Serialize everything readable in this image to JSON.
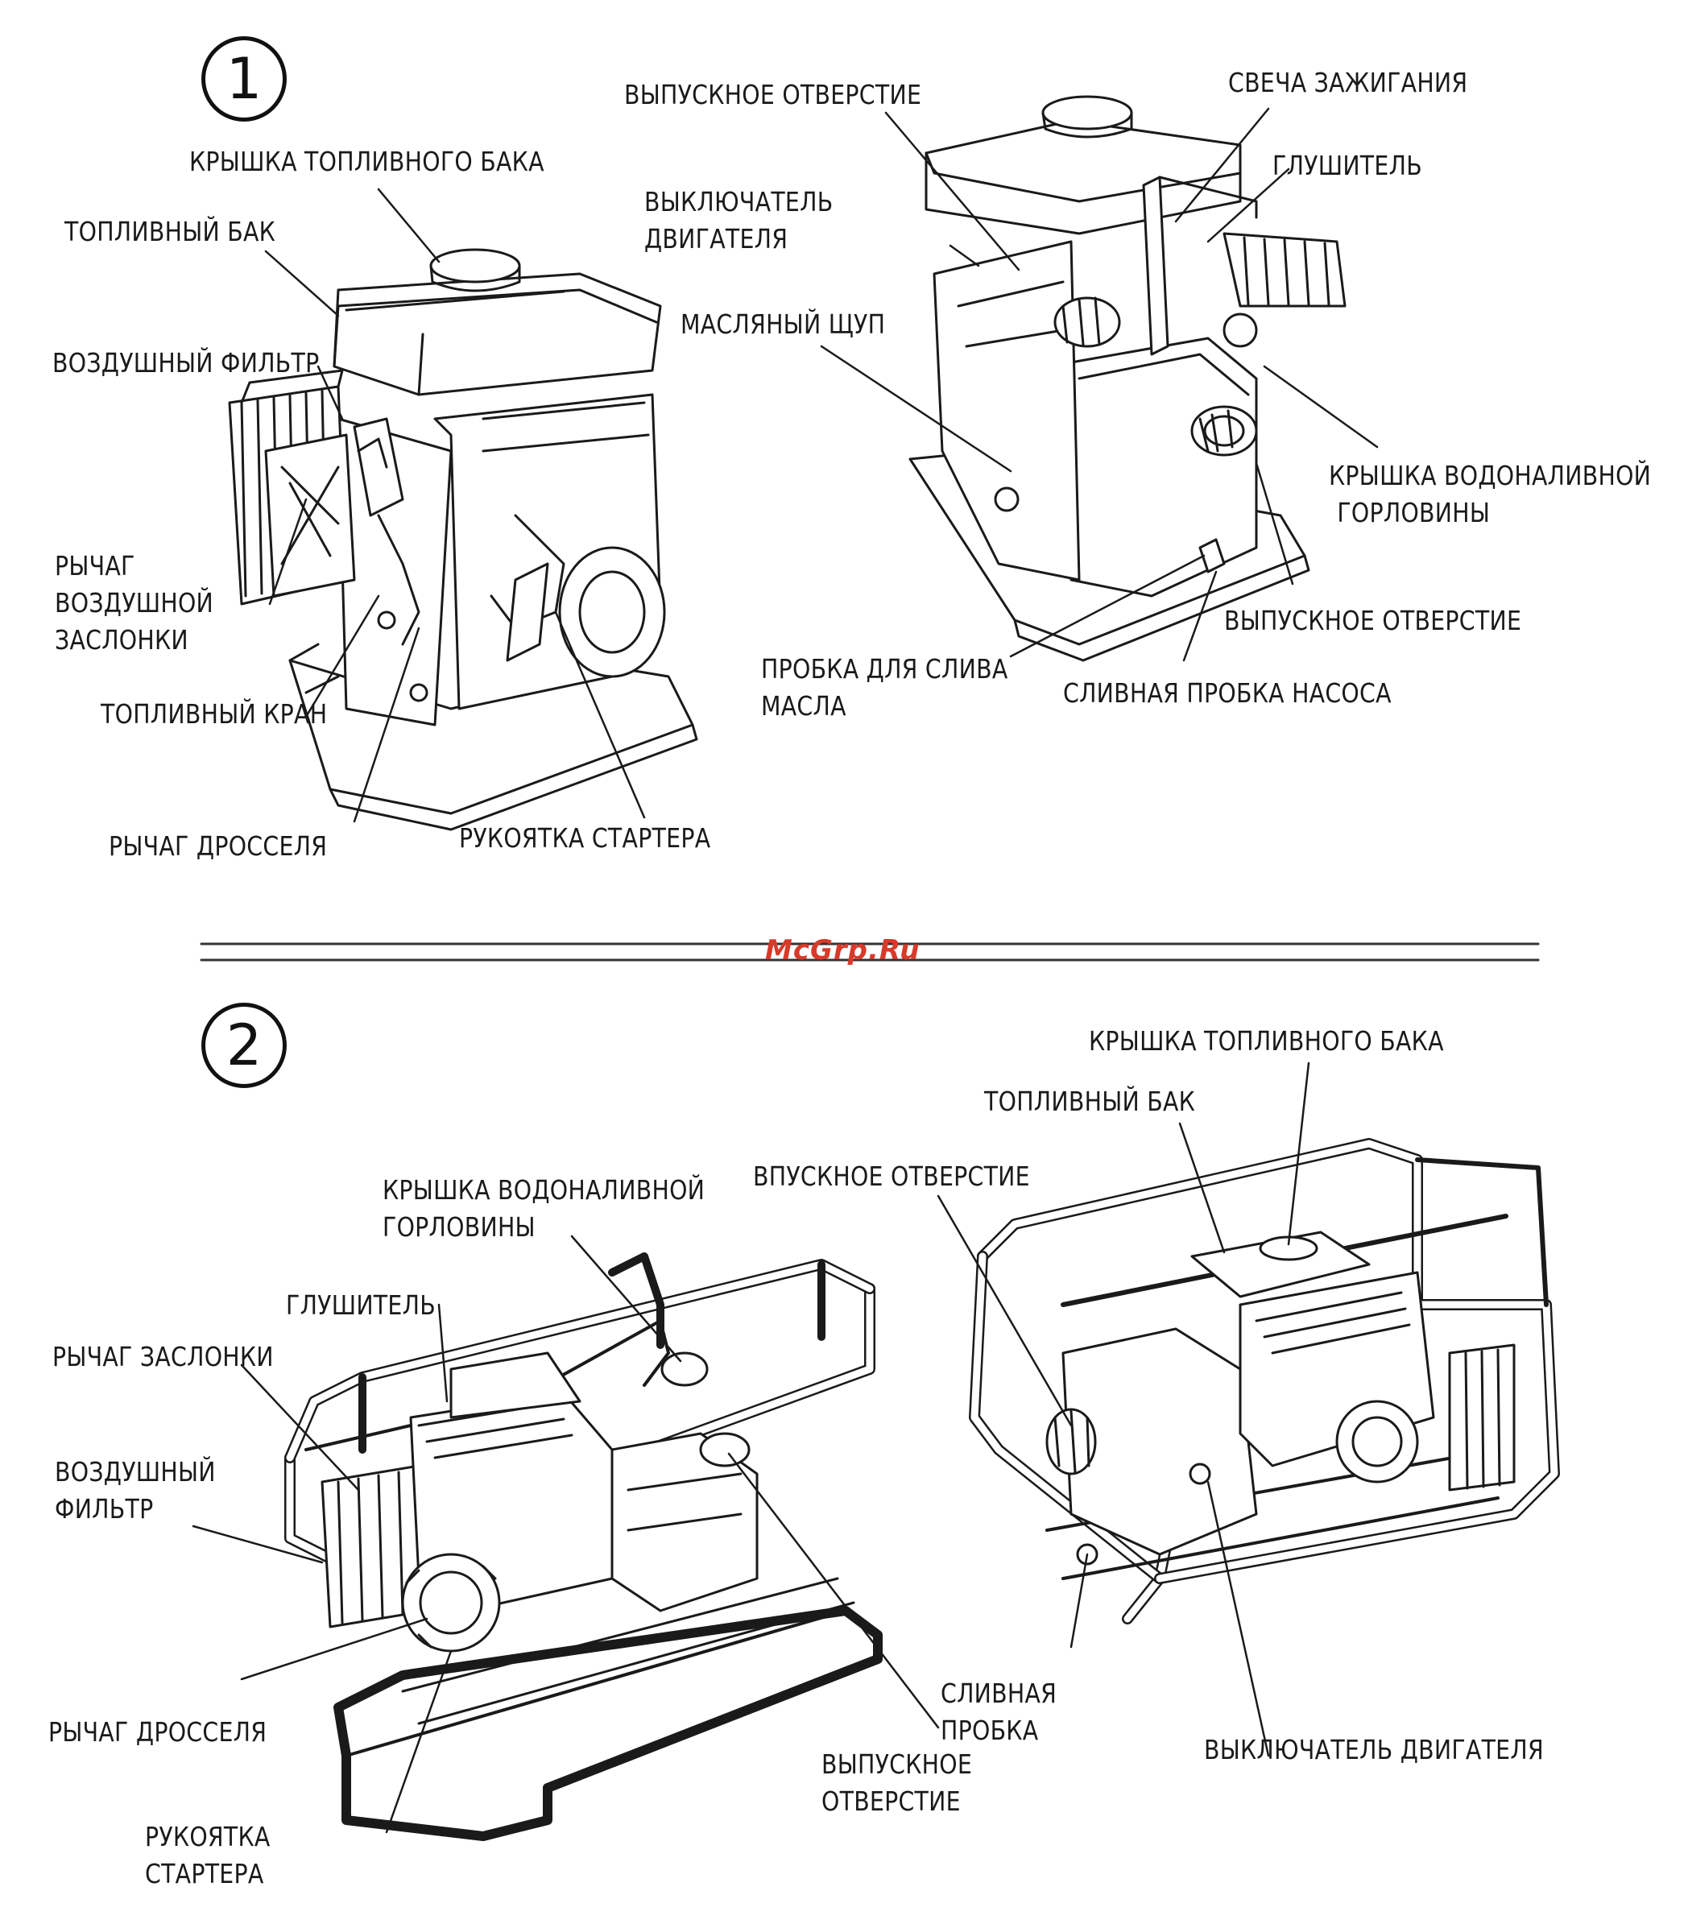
{
  "sections": [
    {
      "number": "1",
      "labels": [
        {
          "id": "fuel-cap",
          "lines": [
            "КРЫШКА ТОПЛИВНОГО БАКА"
          ]
        },
        {
          "id": "fuel-tank",
          "lines": [
            "ТОПЛИВНЫЙ БАК"
          ]
        },
        {
          "id": "air-filter",
          "lines": [
            "ВОЗДУШНЫЙ ФИЛЬТР"
          ]
        },
        {
          "id": "choke-lever",
          "lines": [
            "РЫЧАГ",
            "ВОЗДУШНОЙ",
            "ЗАСЛОНКИ"
          ]
        },
        {
          "id": "fuel-valve",
          "lines": [
            "ТОПЛИВНЫЙ КРАН"
          ]
        },
        {
          "id": "throttle-lever",
          "lines": [
            "РЫЧАГ ДРОССЕЛЯ"
          ]
        },
        {
          "id": "starter-handle",
          "lines": [
            "РУКОЯТКА СТАРТЕРА"
          ]
        },
        {
          "id": "outlet-top",
          "lines": [
            "ВЫПУСКНОЕ ОТВЕРСТИЕ"
          ]
        },
        {
          "id": "engine-switch",
          "lines": [
            "ВЫКЛЮЧАТЕЛЬ",
            "ДВИГАТЕЛЯ"
          ]
        },
        {
          "id": "dipstick",
          "lines": [
            "МАСЛЯНЫЙ ЩУП"
          ]
        },
        {
          "id": "spark-plug",
          "lines": [
            "СВЕЧА ЗАЖИГАНИЯ"
          ]
        },
        {
          "id": "muffler",
          "lines": [
            "ГЛУШИТЕЛЬ"
          ]
        },
        {
          "id": "priming-cap",
          "lines": [
            "КРЫШКА ВОДОНАЛИВНОЙ",
            "ГОРЛОВИНЫ"
          ]
        },
        {
          "id": "outlet-bottom",
          "lines": [
            "ВЫПУСКНОЕ ОТВЕРСТИЕ"
          ]
        },
        {
          "id": "oil-drain",
          "lines": [
            "ПРОБКА ДЛЯ СЛИВА",
            "МАСЛА"
          ]
        },
        {
          "id": "pump-drain",
          "lines": [
            "СЛИВНАЯ ПРОБКА НАСОСА"
          ]
        }
      ]
    },
    {
      "number": "2",
      "labels": [
        {
          "id": "priming-cap-2",
          "lines": [
            "КРЫШКА ВОДОНАЛИВНОЙ",
            "ГОРЛОВИНЫ"
          ]
        },
        {
          "id": "muffler-2",
          "lines": [
            "ГЛУШИТЕЛЬ"
          ]
        },
        {
          "id": "choke-lever-2",
          "lines": [
            "РЫЧАГ ЗАСЛОНКИ"
          ]
        },
        {
          "id": "air-filter-2",
          "lines": [
            "ВОЗДУШНЫЙ",
            "ФИЛЬТР"
          ]
        },
        {
          "id": "throttle-lever-2",
          "lines": [
            "РЫЧАГ ДРОССЕЛЯ"
          ]
        },
        {
          "id": "starter-handle-2",
          "lines": [
            "РУКОЯТКА",
            "СТАРТЕРА"
          ]
        },
        {
          "id": "drain-plug-2",
          "lines": [
            "СЛИВНАЯ",
            "ПРОБКА"
          ]
        },
        {
          "id": "outlet-2",
          "lines": [
            "ВЫПУСКНОЕ",
            "ОТВЕРСТИЕ"
          ]
        },
        {
          "id": "inlet-2",
          "lines": [
            "ВПУСКНОЕ ОТВЕРСТИЕ"
          ]
        },
        {
          "id": "fuel-tank-2",
          "lines": [
            "ТОПЛИВНЫЙ БАК"
          ]
        },
        {
          "id": "fuel-cap-2",
          "lines": [
            "КРЫШКА ТОПЛИВНОГО БАКА"
          ]
        },
        {
          "id": "engine-switch-2",
          "lines": [
            "ВЫКЛЮЧАТЕЛЬ ДВИГАТЕЛЯ"
          ]
        }
      ]
    }
  ],
  "watermark": "McGrp.Ru",
  "colors": {
    "ink": "#1a1a1a",
    "watermark": "#d83a2a",
    "background": "#ffffff"
  }
}
